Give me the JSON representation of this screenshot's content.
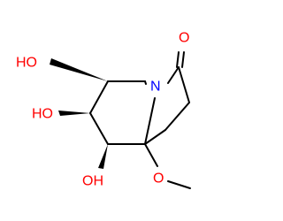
{
  "colors": {
    "carbon": "#000000",
    "oxygen": "#ff0000",
    "nitrogen": "#0000ff"
  },
  "labels": {
    "ho_c6": "HO",
    "ho_c7": "HO",
    "oh_c8": "OH",
    "nitrogen": "N",
    "carbonyl_o": "O",
    "methoxy_o": "O"
  }
}
